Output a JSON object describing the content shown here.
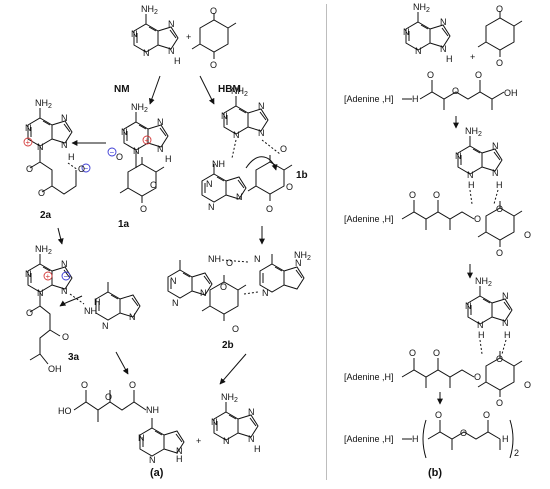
{
  "atoms": {
    "NH2": "NH",
    "two": "2",
    "N": "N",
    "H": "H",
    "O": "O",
    "OH": "OH",
    "HO": "HO",
    "HN": "H",
    "NH": "NH",
    "plus": "+",
    "plus_charge": "+",
    "minus_charge": "−"
  },
  "labels": {
    "NM": "NM",
    "HBM": "HBM",
    "c1a": "1a",
    "c1b": "1b",
    "c2a": "2a",
    "c2b": "2b",
    "c3a": "3a",
    "panel_a": "(a)",
    "panel_b": "(b)"
  },
  "group_label": "[Adenine ,H]",
  "subscript_2": "2",
  "colors": {
    "positive": "#d43a3a",
    "negative": "#3a3ad4",
    "ink": "#111111"
  }
}
